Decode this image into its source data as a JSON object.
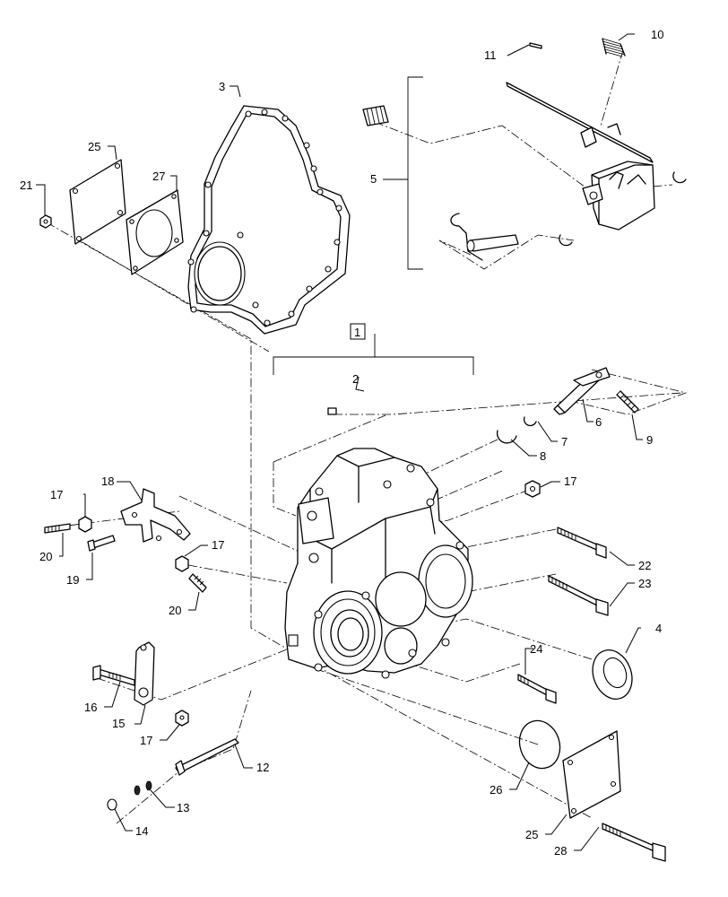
{
  "diagram": {
    "callouts": [
      {
        "id": "c1",
        "text": "1"
      },
      {
        "id": "c2",
        "text": "2"
      },
      {
        "id": "c3",
        "text": "3"
      },
      {
        "id": "c4",
        "text": "4"
      },
      {
        "id": "c5",
        "text": "5"
      },
      {
        "id": "c6",
        "text": "6"
      },
      {
        "id": "c7",
        "text": "7"
      },
      {
        "id": "c8",
        "text": "8"
      },
      {
        "id": "c9",
        "text": "9"
      },
      {
        "id": "c10",
        "text": "10"
      },
      {
        "id": "c11",
        "text": "11"
      },
      {
        "id": "c12",
        "text": "12"
      },
      {
        "id": "c13",
        "text": "13"
      },
      {
        "id": "c14",
        "text": "14"
      },
      {
        "id": "c15",
        "text": "15"
      },
      {
        "id": "c16",
        "text": "16"
      },
      {
        "id": "c17a",
        "text": "17"
      },
      {
        "id": "c17b",
        "text": "17"
      },
      {
        "id": "c17c",
        "text": "17"
      },
      {
        "id": "c17d",
        "text": "17"
      },
      {
        "id": "c18",
        "text": "18"
      },
      {
        "id": "c19",
        "text": "19"
      },
      {
        "id": "c20a",
        "text": "20"
      },
      {
        "id": "c20b",
        "text": "20"
      },
      {
        "id": "c21",
        "text": "21"
      },
      {
        "id": "c22",
        "text": "22"
      },
      {
        "id": "c23",
        "text": "23"
      },
      {
        "id": "c24",
        "text": "24"
      },
      {
        "id": "c25a",
        "text": "25"
      },
      {
        "id": "c25b",
        "text": "25"
      },
      {
        "id": "c26",
        "text": "26"
      },
      {
        "id": "c27",
        "text": "27"
      },
      {
        "id": "c28",
        "text": "28"
      }
    ]
  }
}
